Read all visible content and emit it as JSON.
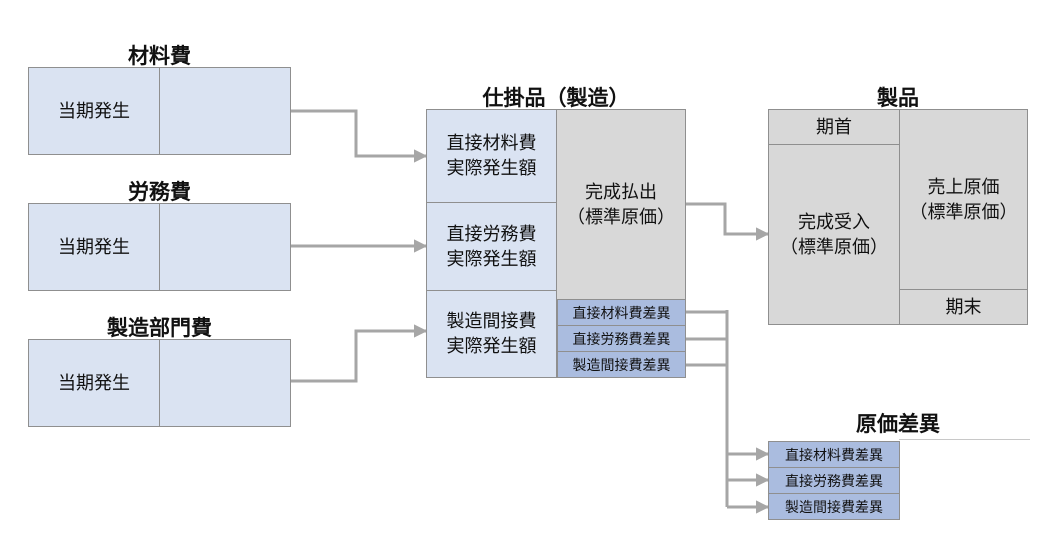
{
  "colors": {
    "account_blue": "#dae3f2",
    "variance_blue": "#aabcdf",
    "product_gray": "#d8d8d8",
    "arrow_gray": "#a6a6a6"
  },
  "accounts": {
    "materials": {
      "title": "材料費",
      "debit": "当期発生"
    },
    "labor": {
      "title": "労務費",
      "debit": "当期発生"
    },
    "overhead": {
      "title": "製造部門費",
      "debit": "当期発生"
    }
  },
  "wip": {
    "title": "仕掛品（製造）",
    "debit_material": [
      "直接材料費",
      "実際発生額"
    ],
    "debit_labor": [
      "直接労務費",
      "実際発生額"
    ],
    "debit_overhead": [
      "製造間接費",
      "実際発生額"
    ],
    "credit_completed": [
      "完成払出",
      "（標準原価）"
    ],
    "variances": [
      "直接材料費差異",
      "直接労務費差異",
      "製造間接費差異"
    ]
  },
  "product": {
    "title": "製品",
    "opening": "期首",
    "received": [
      "完成受入",
      "（標準原価）"
    ],
    "cogs": [
      "売上原価",
      "（標準原価）"
    ],
    "closing": "期末"
  },
  "variance_account": {
    "title": "原価差異",
    "items": [
      "直接材料費差異",
      "直接労務費差異",
      "製造間接費差異"
    ]
  }
}
